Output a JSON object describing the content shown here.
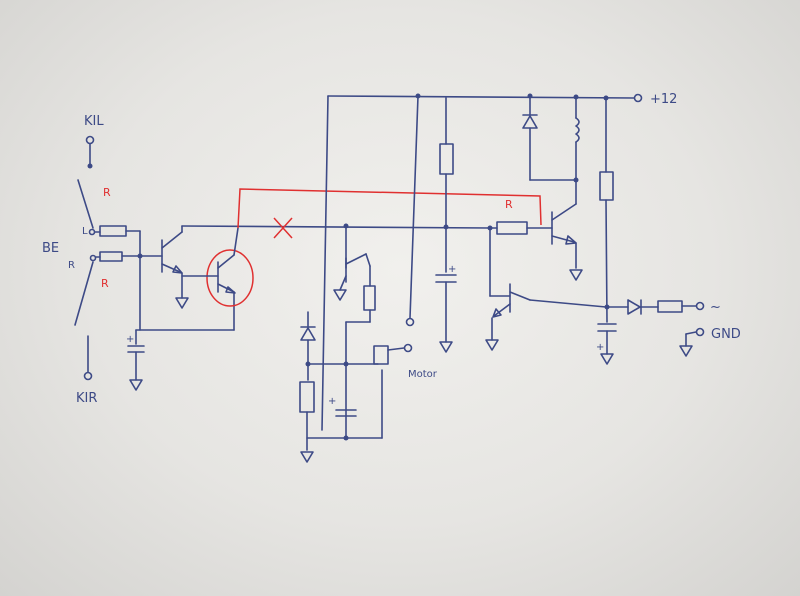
{
  "labels": {
    "kl": "KIL",
    "kr": "KIR",
    "be": "BE",
    "l": "L",
    "r": "R",
    "r_red_top": "R",
    "r_red_bottom": "R",
    "r_red_right": "R",
    "plus12": "+12",
    "tilde": "~",
    "gnd": "GND",
    "motor": "Motor",
    "plus": "+"
  },
  "colors": {
    "ink": "#3d4a86",
    "correction": "#e03030"
  }
}
